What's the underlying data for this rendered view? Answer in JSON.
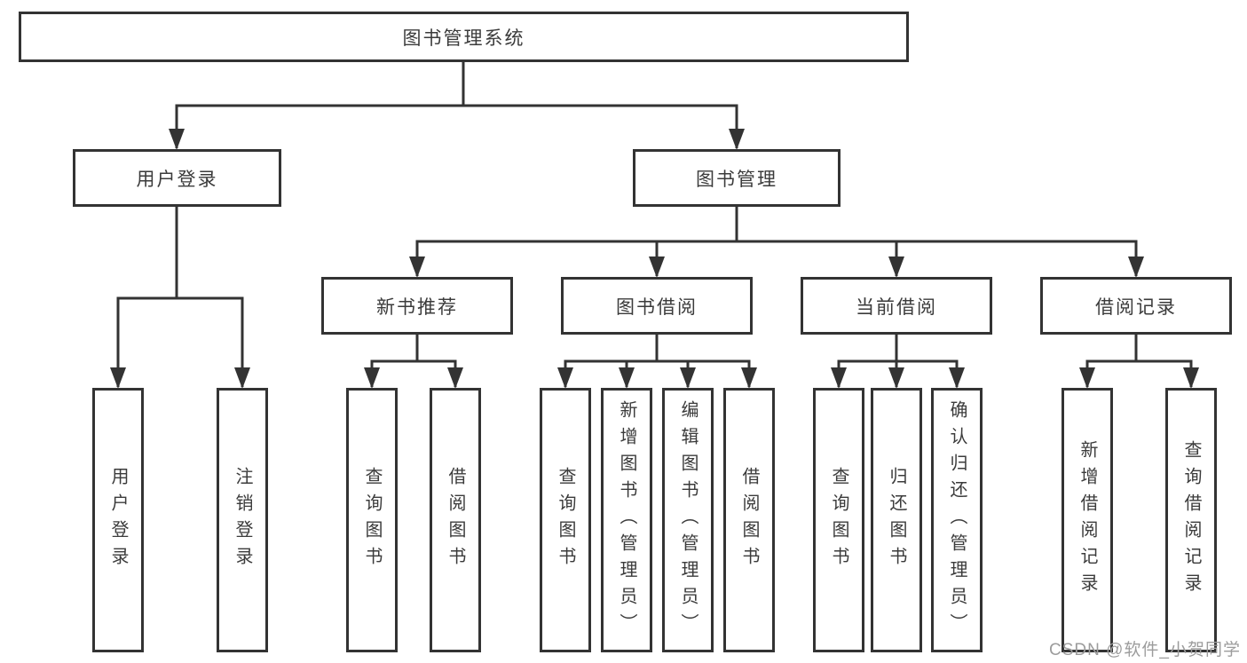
{
  "tree": {
    "root": "图书管理系统",
    "user_branch": {
      "label": "用户登录",
      "children": [
        "用户登录",
        "注销登录"
      ]
    },
    "book_branch": {
      "label": "图书管理",
      "children": [
        {
          "label": "新书推荐",
          "children": [
            "查询图书",
            "借阅图书"
          ]
        },
        {
          "label": "图书借阅",
          "children": [
            "查询图书",
            "新增图书（管理员）",
            "编辑图书（管理员）",
            "借阅图书"
          ]
        },
        {
          "label": "当前借阅",
          "children": [
            "查询图书",
            "归还图书",
            "确认归还（管理员）"
          ]
        },
        {
          "label": "借阅记录",
          "children": [
            "新增借阅记录",
            "查询借阅记录"
          ]
        }
      ]
    }
  },
  "watermark": {
    "text": "CSDN @软件_小贺同学"
  },
  "colors": {
    "line": "#333333",
    "text": "#3b3b3b",
    "watermark": "#9c9c9c",
    "background": "#ffffff"
  }
}
